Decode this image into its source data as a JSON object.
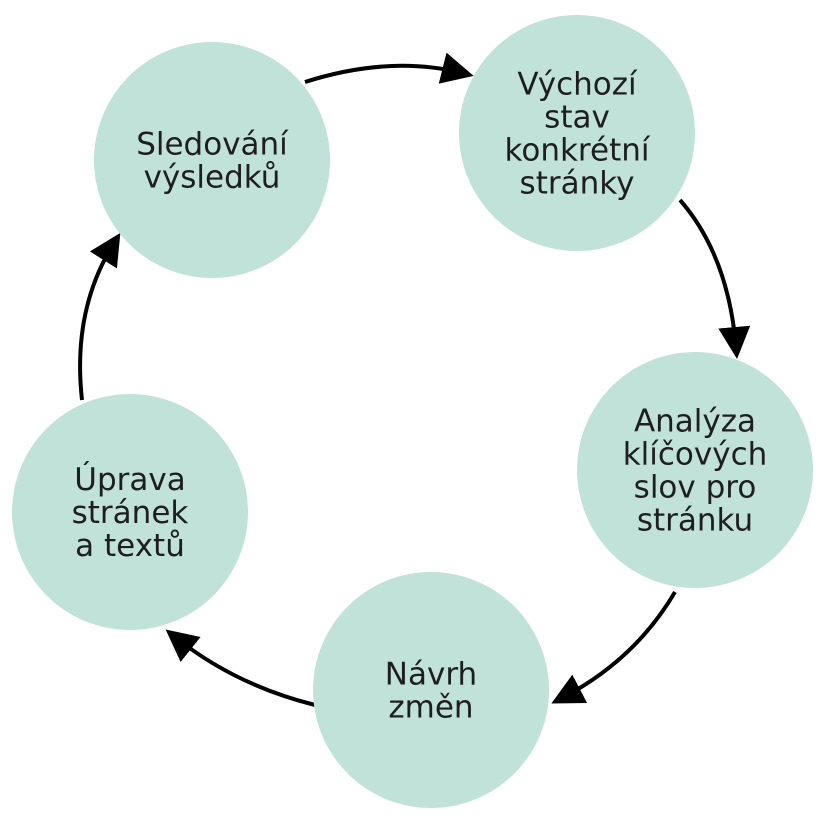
{
  "diagram": {
    "type": "cycle",
    "node_color": "#c1e2d8",
    "nodes": [
      {
        "id": "sledovani",
        "lines": [
          "Sledování",
          "výsledků"
        ]
      },
      {
        "id": "vychozi",
        "lines": [
          "Výchozí",
          "stav",
          "konkrétní",
          "stránky"
        ]
      },
      {
        "id": "analyza",
        "lines": [
          "Analýza",
          "klíčových",
          "slov pro",
          "stránku"
        ]
      },
      {
        "id": "navrh",
        "lines": [
          "Návrh",
          "změn"
        ]
      },
      {
        "id": "uprava",
        "lines": [
          "Úprava",
          "stránek",
          "a textů"
        ]
      }
    ],
    "edges": [
      {
        "from": "sledovani",
        "to": "vychozi"
      },
      {
        "from": "vychozi",
        "to": "analyza"
      },
      {
        "from": "analyza",
        "to": "navrh"
      },
      {
        "from": "navrh",
        "to": "uprava"
      },
      {
        "from": "uprava",
        "to": "sledovani"
      }
    ]
  }
}
